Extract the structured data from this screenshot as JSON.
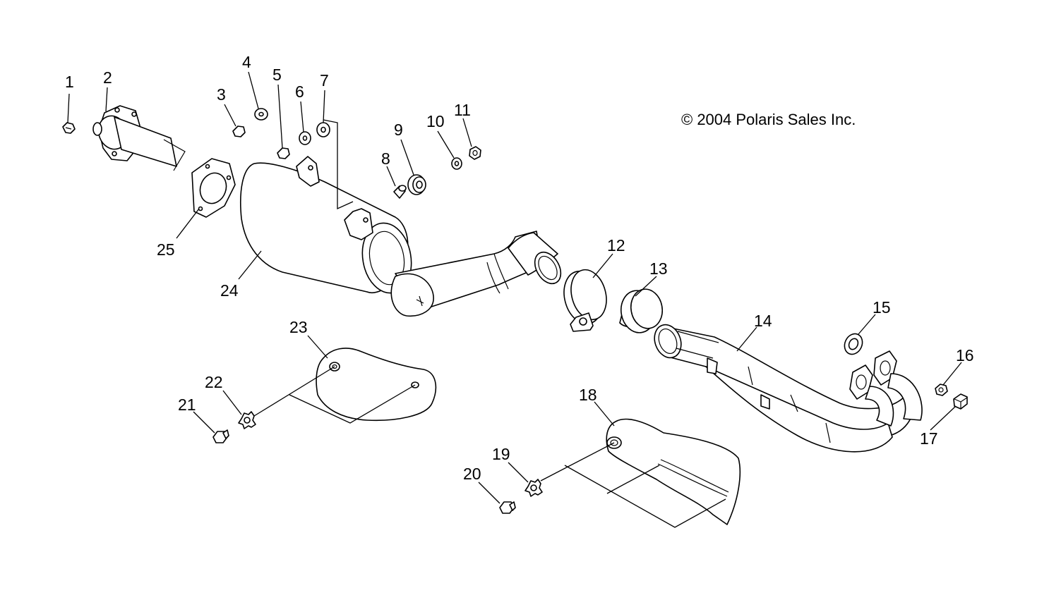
{
  "copyright": "© 2004 Polaris Sales Inc.",
  "callouts": [
    "1",
    "2",
    "3",
    "4",
    "5",
    "6",
    "7",
    "8",
    "9",
    "10",
    "11",
    "12",
    "13",
    "14",
    "15",
    "16",
    "17",
    "18",
    "19",
    "20",
    "21",
    "22",
    "23",
    "24",
    "25"
  ]
}
